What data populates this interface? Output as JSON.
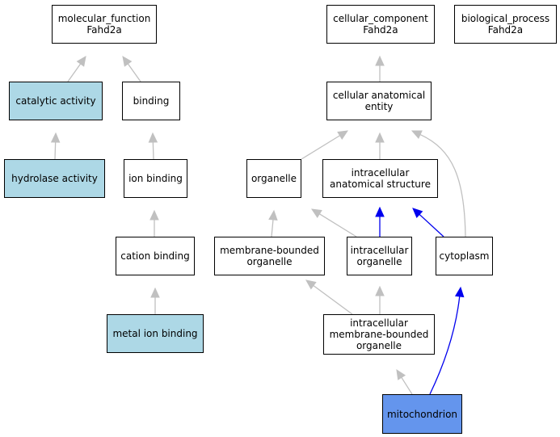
{
  "colors": {
    "edge_default": "#c0c0c0",
    "edge_highlight": "#0000ee",
    "fill_default": "#ffffff",
    "fill_light_blue": "#add8e6",
    "fill_focus": "#6495ed"
  },
  "nodes": [
    {
      "id": "mf",
      "lines": [
        "molecular_function",
        "Fahd2a"
      ],
      "fill": "#ffffff"
    },
    {
      "id": "cc",
      "lines": [
        "cellular_component",
        "Fahd2a"
      ],
      "fill": "#ffffff"
    },
    {
      "id": "bp",
      "lines": [
        "biological_process",
        "Fahd2a"
      ],
      "fill": "#ffffff"
    },
    {
      "id": "cat",
      "lines": [
        "catalytic activity"
      ],
      "fill": "#add8e6"
    },
    {
      "id": "bind",
      "lines": [
        "binding"
      ],
      "fill": "#ffffff"
    },
    {
      "id": "cae",
      "lines": [
        "cellular anatomical",
        "entity"
      ],
      "fill": "#ffffff"
    },
    {
      "id": "hyd",
      "lines": [
        "hydrolase activity"
      ],
      "fill": "#add8e6"
    },
    {
      "id": "ion",
      "lines": [
        "ion binding"
      ],
      "fill": "#ffffff"
    },
    {
      "id": "org",
      "lines": [
        "organelle"
      ],
      "fill": "#ffffff"
    },
    {
      "id": "ias",
      "lines": [
        "intracellular",
        "anatomical structure"
      ],
      "fill": "#ffffff"
    },
    {
      "id": "cation",
      "lines": [
        "cation binding"
      ],
      "fill": "#ffffff"
    },
    {
      "id": "mbo",
      "lines": [
        "membrane-bounded",
        "organelle"
      ],
      "fill": "#ffffff"
    },
    {
      "id": "io",
      "lines": [
        "intracellular",
        "organelle"
      ],
      "fill": "#ffffff"
    },
    {
      "id": "cyto",
      "lines": [
        "cytoplasm"
      ],
      "fill": "#ffffff"
    },
    {
      "id": "metal",
      "lines": [
        "metal ion binding"
      ],
      "fill": "#add8e6"
    },
    {
      "id": "imbo",
      "lines": [
        "intracellular",
        "membrane-bounded",
        "organelle"
      ],
      "fill": "#ffffff"
    },
    {
      "id": "mito",
      "lines": [
        "mitochondrion"
      ],
      "fill": "#6495ed"
    }
  ],
  "edges": [
    {
      "from": "cat",
      "to": "mf",
      "color": "#c0c0c0"
    },
    {
      "from": "bind",
      "to": "mf",
      "color": "#c0c0c0"
    },
    {
      "from": "hyd",
      "to": "cat",
      "color": "#c0c0c0"
    },
    {
      "from": "ion",
      "to": "bind",
      "color": "#c0c0c0"
    },
    {
      "from": "cation",
      "to": "ion",
      "color": "#c0c0c0"
    },
    {
      "from": "metal",
      "to": "cation",
      "color": "#c0c0c0"
    },
    {
      "from": "cae",
      "to": "cc",
      "color": "#c0c0c0"
    },
    {
      "from": "org",
      "to": "cae",
      "color": "#c0c0c0"
    },
    {
      "from": "ias",
      "to": "cae",
      "color": "#c0c0c0"
    },
    {
      "from": "cyto",
      "to": "cae",
      "color": "#c0c0c0"
    },
    {
      "from": "mbo",
      "to": "org",
      "color": "#c0c0c0"
    },
    {
      "from": "io",
      "to": "org",
      "color": "#c0c0c0"
    },
    {
      "from": "io",
      "to": "ias",
      "color": "#0000ee"
    },
    {
      "from": "cyto",
      "to": "ias",
      "color": "#0000ee"
    },
    {
      "from": "imbo",
      "to": "mbo",
      "color": "#c0c0c0"
    },
    {
      "from": "imbo",
      "to": "io",
      "color": "#c0c0c0"
    },
    {
      "from": "mito",
      "to": "imbo",
      "color": "#c0c0c0"
    },
    {
      "from": "mito",
      "to": "cyto",
      "color": "#0000ee"
    }
  ]
}
